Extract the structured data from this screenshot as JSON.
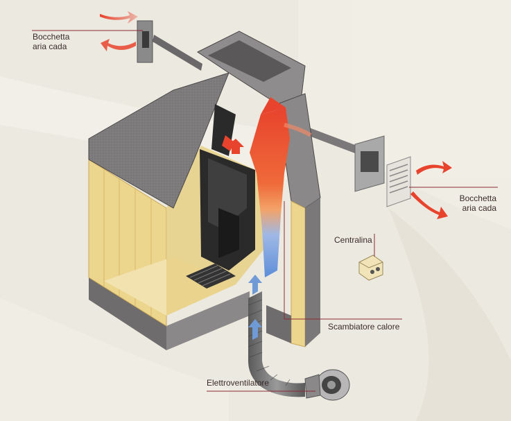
{
  "labels": {
    "vent_top_left": "Bocchetta\naria cada",
    "vent_right": "Bocchetta\naria cada",
    "control_unit": "Centralina",
    "heat_exchanger": "Scambiatore calore",
    "fan": "Elettroventilatore"
  },
  "colors": {
    "background": "#ece9e0",
    "stone": "#7d7b7b",
    "insulation": "#ecd58c",
    "hot_air": "#e8432d",
    "cold_air": "#6f9ad6",
    "leader_line": "#8a2a35"
  }
}
